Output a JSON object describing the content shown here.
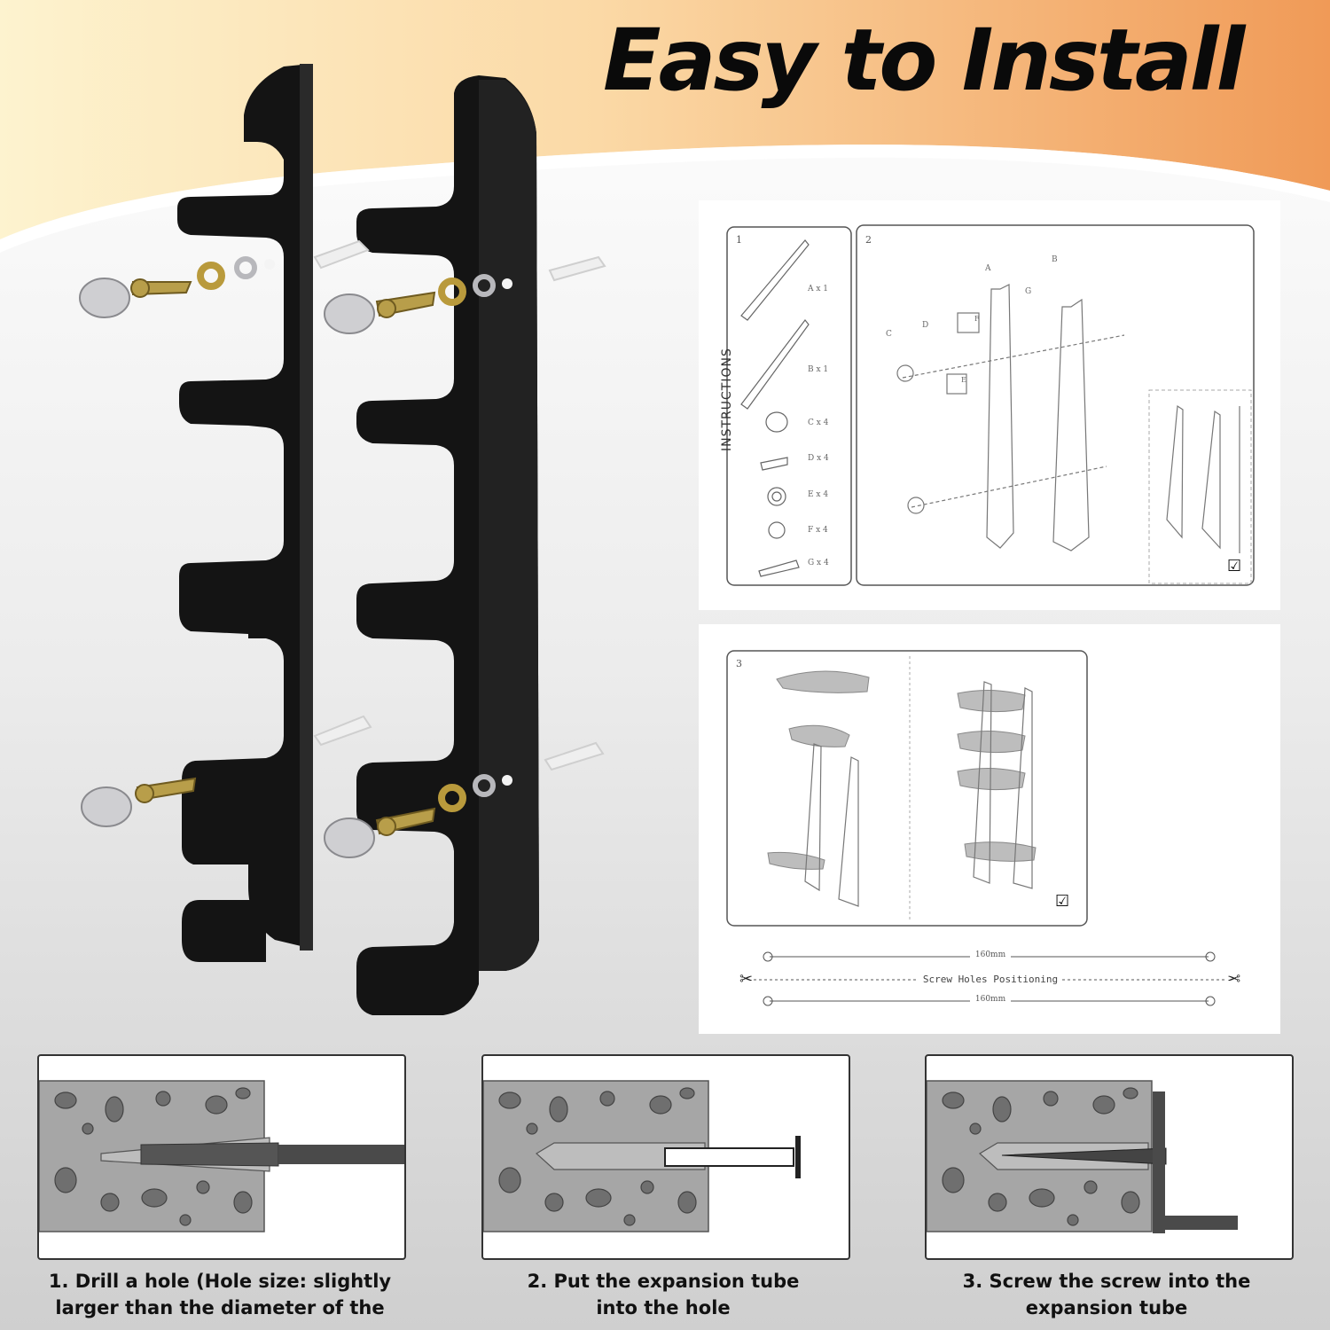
{
  "title": "Easy to Install",
  "colors": {
    "accent_top": "#f2a25e",
    "accent_light": "#fbe6b8",
    "rack": "#141414",
    "panel_line": "#555555"
  },
  "instruction_sheet": {
    "vertical_label": "INSTRUCTIONS",
    "step_1_number": "1",
    "step_2_number": "2",
    "step_3_number": "3",
    "parts": [
      {
        "letter": "A",
        "qty": "A x 1"
      },
      {
        "letter": "B",
        "qty": "B x 1"
      },
      {
        "letter": "C",
        "qty": "C x 4"
      },
      {
        "letter": "D",
        "qty": "D x 4"
      },
      {
        "letter": "E",
        "qty": "E x 4"
      },
      {
        "letter": "F",
        "qty": "F x 4"
      },
      {
        "letter": "G",
        "qty": "G x 4"
      }
    ],
    "diagram_labels": {
      "a": "A",
      "b": "B",
      "c": "C",
      "d": "D",
      "e": "E",
      "f": "F",
      "g": "G"
    },
    "checkmark": "☑",
    "measure_top": "160mm",
    "measure_bottom": "160mm",
    "positioning_label": "Screw Holes Positioning",
    "scissor_icon": "✂"
  },
  "steps": [
    {
      "caption_line1": "1. Drill a hole (Hole size: slightly",
      "caption_line2": "larger than the diameter of the"
    },
    {
      "caption_line1": "2. Put the expansion tube",
      "caption_line2": "into the hole"
    },
    {
      "caption_line1": "3. Screw the screw into the",
      "caption_line2": "expansion tube"
    }
  ]
}
